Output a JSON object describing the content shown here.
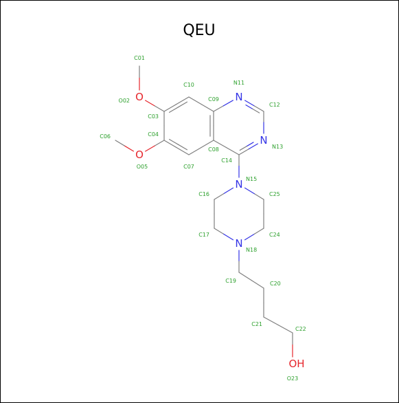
{
  "title": "QEU",
  "colors": {
    "bond": "#7f7f7f",
    "nitrogen": "#3333e6",
    "oxygen": "#e6262c",
    "index_label": "#2ca02c",
    "title": "#000000"
  },
  "atom_symbols": {
    "N11": "N",
    "N13": "N",
    "N15": "N",
    "N18": "N",
    "O02": "O",
    "O05": "O",
    "O23": "OH"
  },
  "atom_ids": [
    "C01",
    "O02",
    "C03",
    "C04",
    "O05",
    "C06",
    "C07",
    "C08",
    "C09",
    "C10",
    "N11",
    "C12",
    "N13",
    "C14",
    "N15",
    "C16",
    "C17",
    "N18",
    "C19",
    "C20",
    "C21",
    "C22",
    "O23",
    "C24",
    "C25"
  ],
  "bonds": [
    [
      "C01",
      "O02",
      1
    ],
    [
      "O02",
      "C03",
      1
    ],
    [
      "C03",
      "C04",
      1
    ],
    [
      "C03",
      "C10",
      2
    ],
    [
      "C04",
      "O05",
      1
    ],
    [
      "O05",
      "C06",
      1
    ],
    [
      "C04",
      "C07",
      2
    ],
    [
      "C07",
      "C08",
      1
    ],
    [
      "C08",
      "C09",
      2
    ],
    [
      "C09",
      "C10",
      1
    ],
    [
      "C09",
      "N11",
      1
    ],
    [
      "N11",
      "C12",
      2
    ],
    [
      "C12",
      "N13",
      1
    ],
    [
      "N13",
      "C14",
      2
    ],
    [
      "C14",
      "C08",
      1
    ],
    [
      "C14",
      "N15",
      1
    ],
    [
      "N15",
      "C16",
      1
    ],
    [
      "C16",
      "C17",
      1
    ],
    [
      "C17",
      "N18",
      1
    ],
    [
      "N18",
      "C24",
      1
    ],
    [
      "C24",
      "C25",
      1
    ],
    [
      "C25",
      "N15",
      1
    ],
    [
      "N18",
      "C19",
      1
    ],
    [
      "C19",
      "C20",
      1
    ],
    [
      "C20",
      "C21",
      1
    ],
    [
      "C21",
      "C22",
      1
    ],
    [
      "C22",
      "O23",
      1
    ]
  ]
}
